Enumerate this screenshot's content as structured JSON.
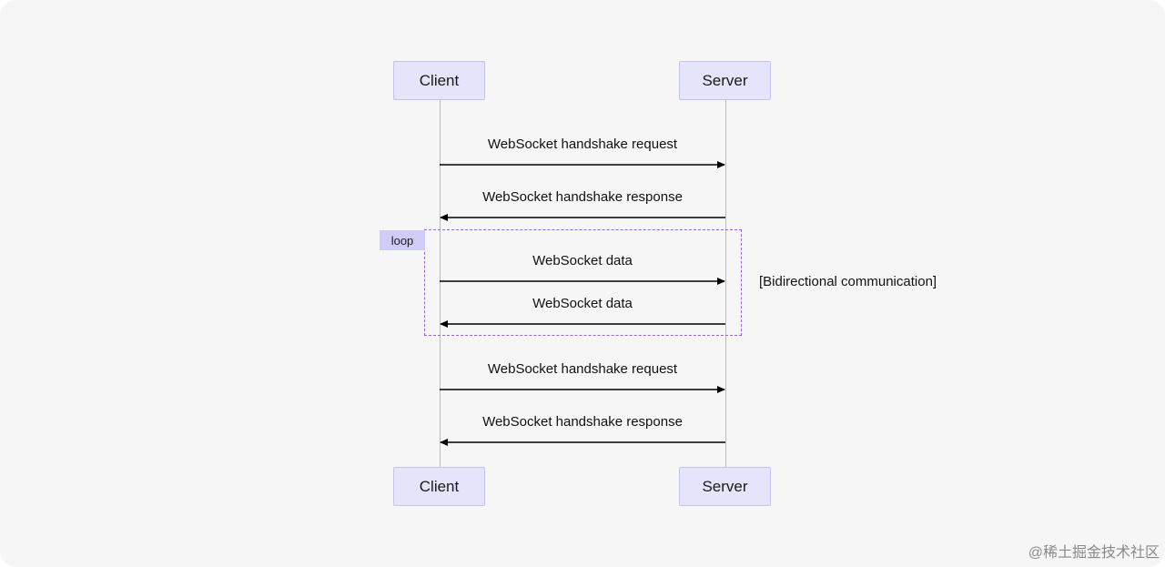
{
  "participants": {
    "client": "Client",
    "server": "Server"
  },
  "messages": [
    {
      "text": "WebSocket handshake request",
      "from": "client",
      "to": "server"
    },
    {
      "text": "WebSocket handshake response",
      "from": "server",
      "to": "client"
    },
    {
      "text": "WebSocket data",
      "from": "client",
      "to": "server"
    },
    {
      "text": "WebSocket data",
      "from": "server",
      "to": "client"
    },
    {
      "text": "WebSocket handshake request",
      "from": "client",
      "to": "server"
    },
    {
      "text": "WebSocket handshake response",
      "from": "server",
      "to": "client"
    }
  ],
  "loop": {
    "label": "loop",
    "condition": "[Bidirectional communication]"
  },
  "watermark": "@稀土掘金技术社区",
  "colors": {
    "background": "#f6f6f6",
    "actor_fill": "#e4e4fb",
    "actor_border": "#c6c3f1",
    "lifeline": "#b9b4ee",
    "loop_border": "#9a63cf",
    "loop_tag_fill": "#cfcdf8",
    "arrow": "#000000"
  }
}
